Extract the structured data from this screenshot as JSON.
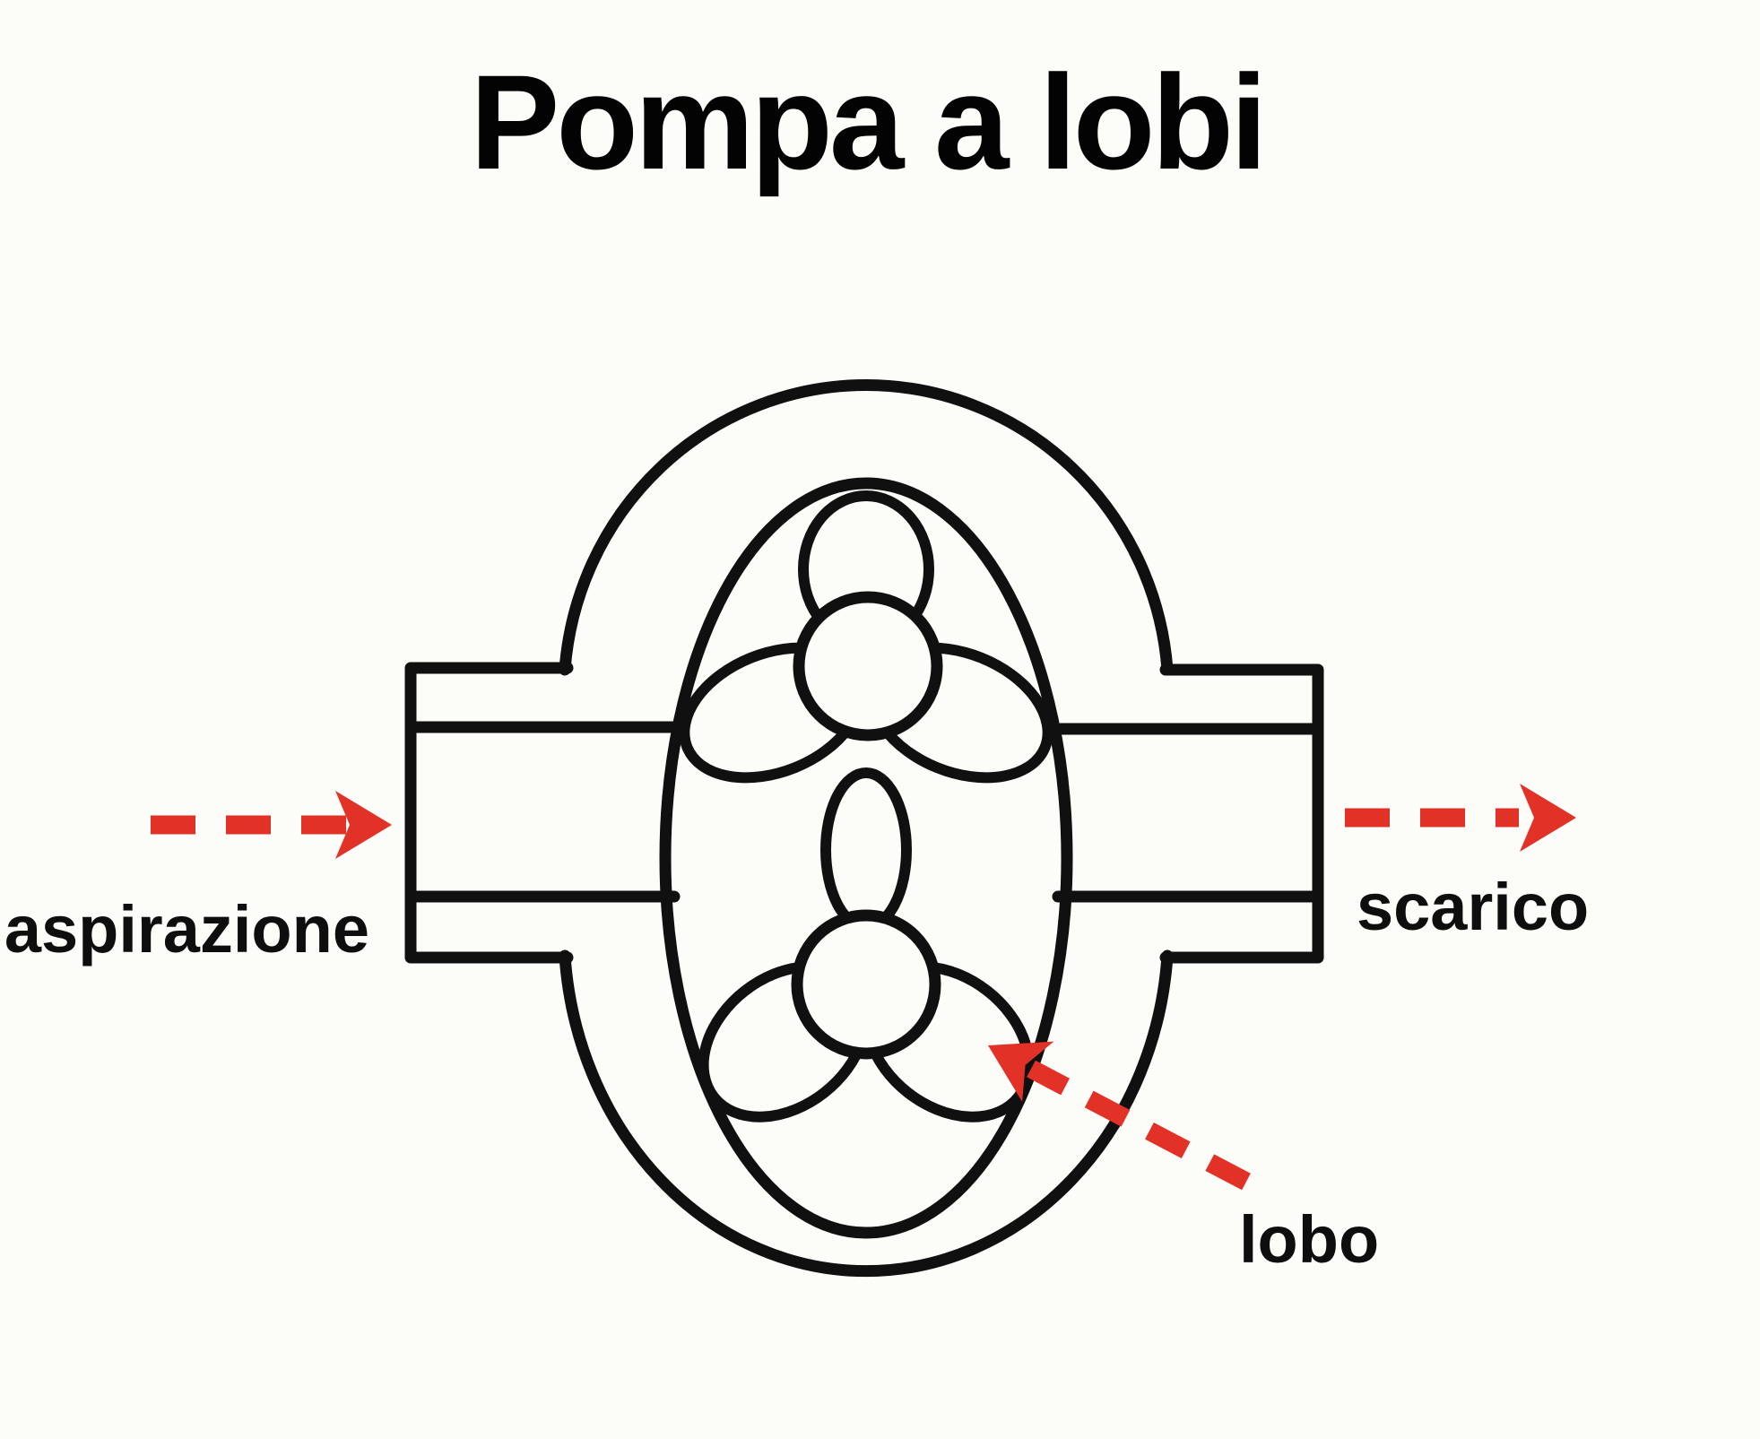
{
  "title": "Pompa a lobi",
  "labels": {
    "inlet": "aspirazione",
    "outlet": "scarico",
    "lobe": "lobo"
  },
  "arrows": [
    {
      "name": "inlet-flow-arrow",
      "style": "dashed",
      "direction": "right"
    },
    {
      "name": "outlet-flow-arrow",
      "style": "dashed",
      "direction": "right"
    },
    {
      "name": "lobe-pointer-arrow",
      "style": "dashed",
      "direction": "up-left"
    }
  ],
  "colors": {
    "outline": "#101010",
    "arrow_red": "#e23227",
    "text": "#0e0e0e",
    "title": "#030303",
    "background": "#fcfcf9"
  }
}
